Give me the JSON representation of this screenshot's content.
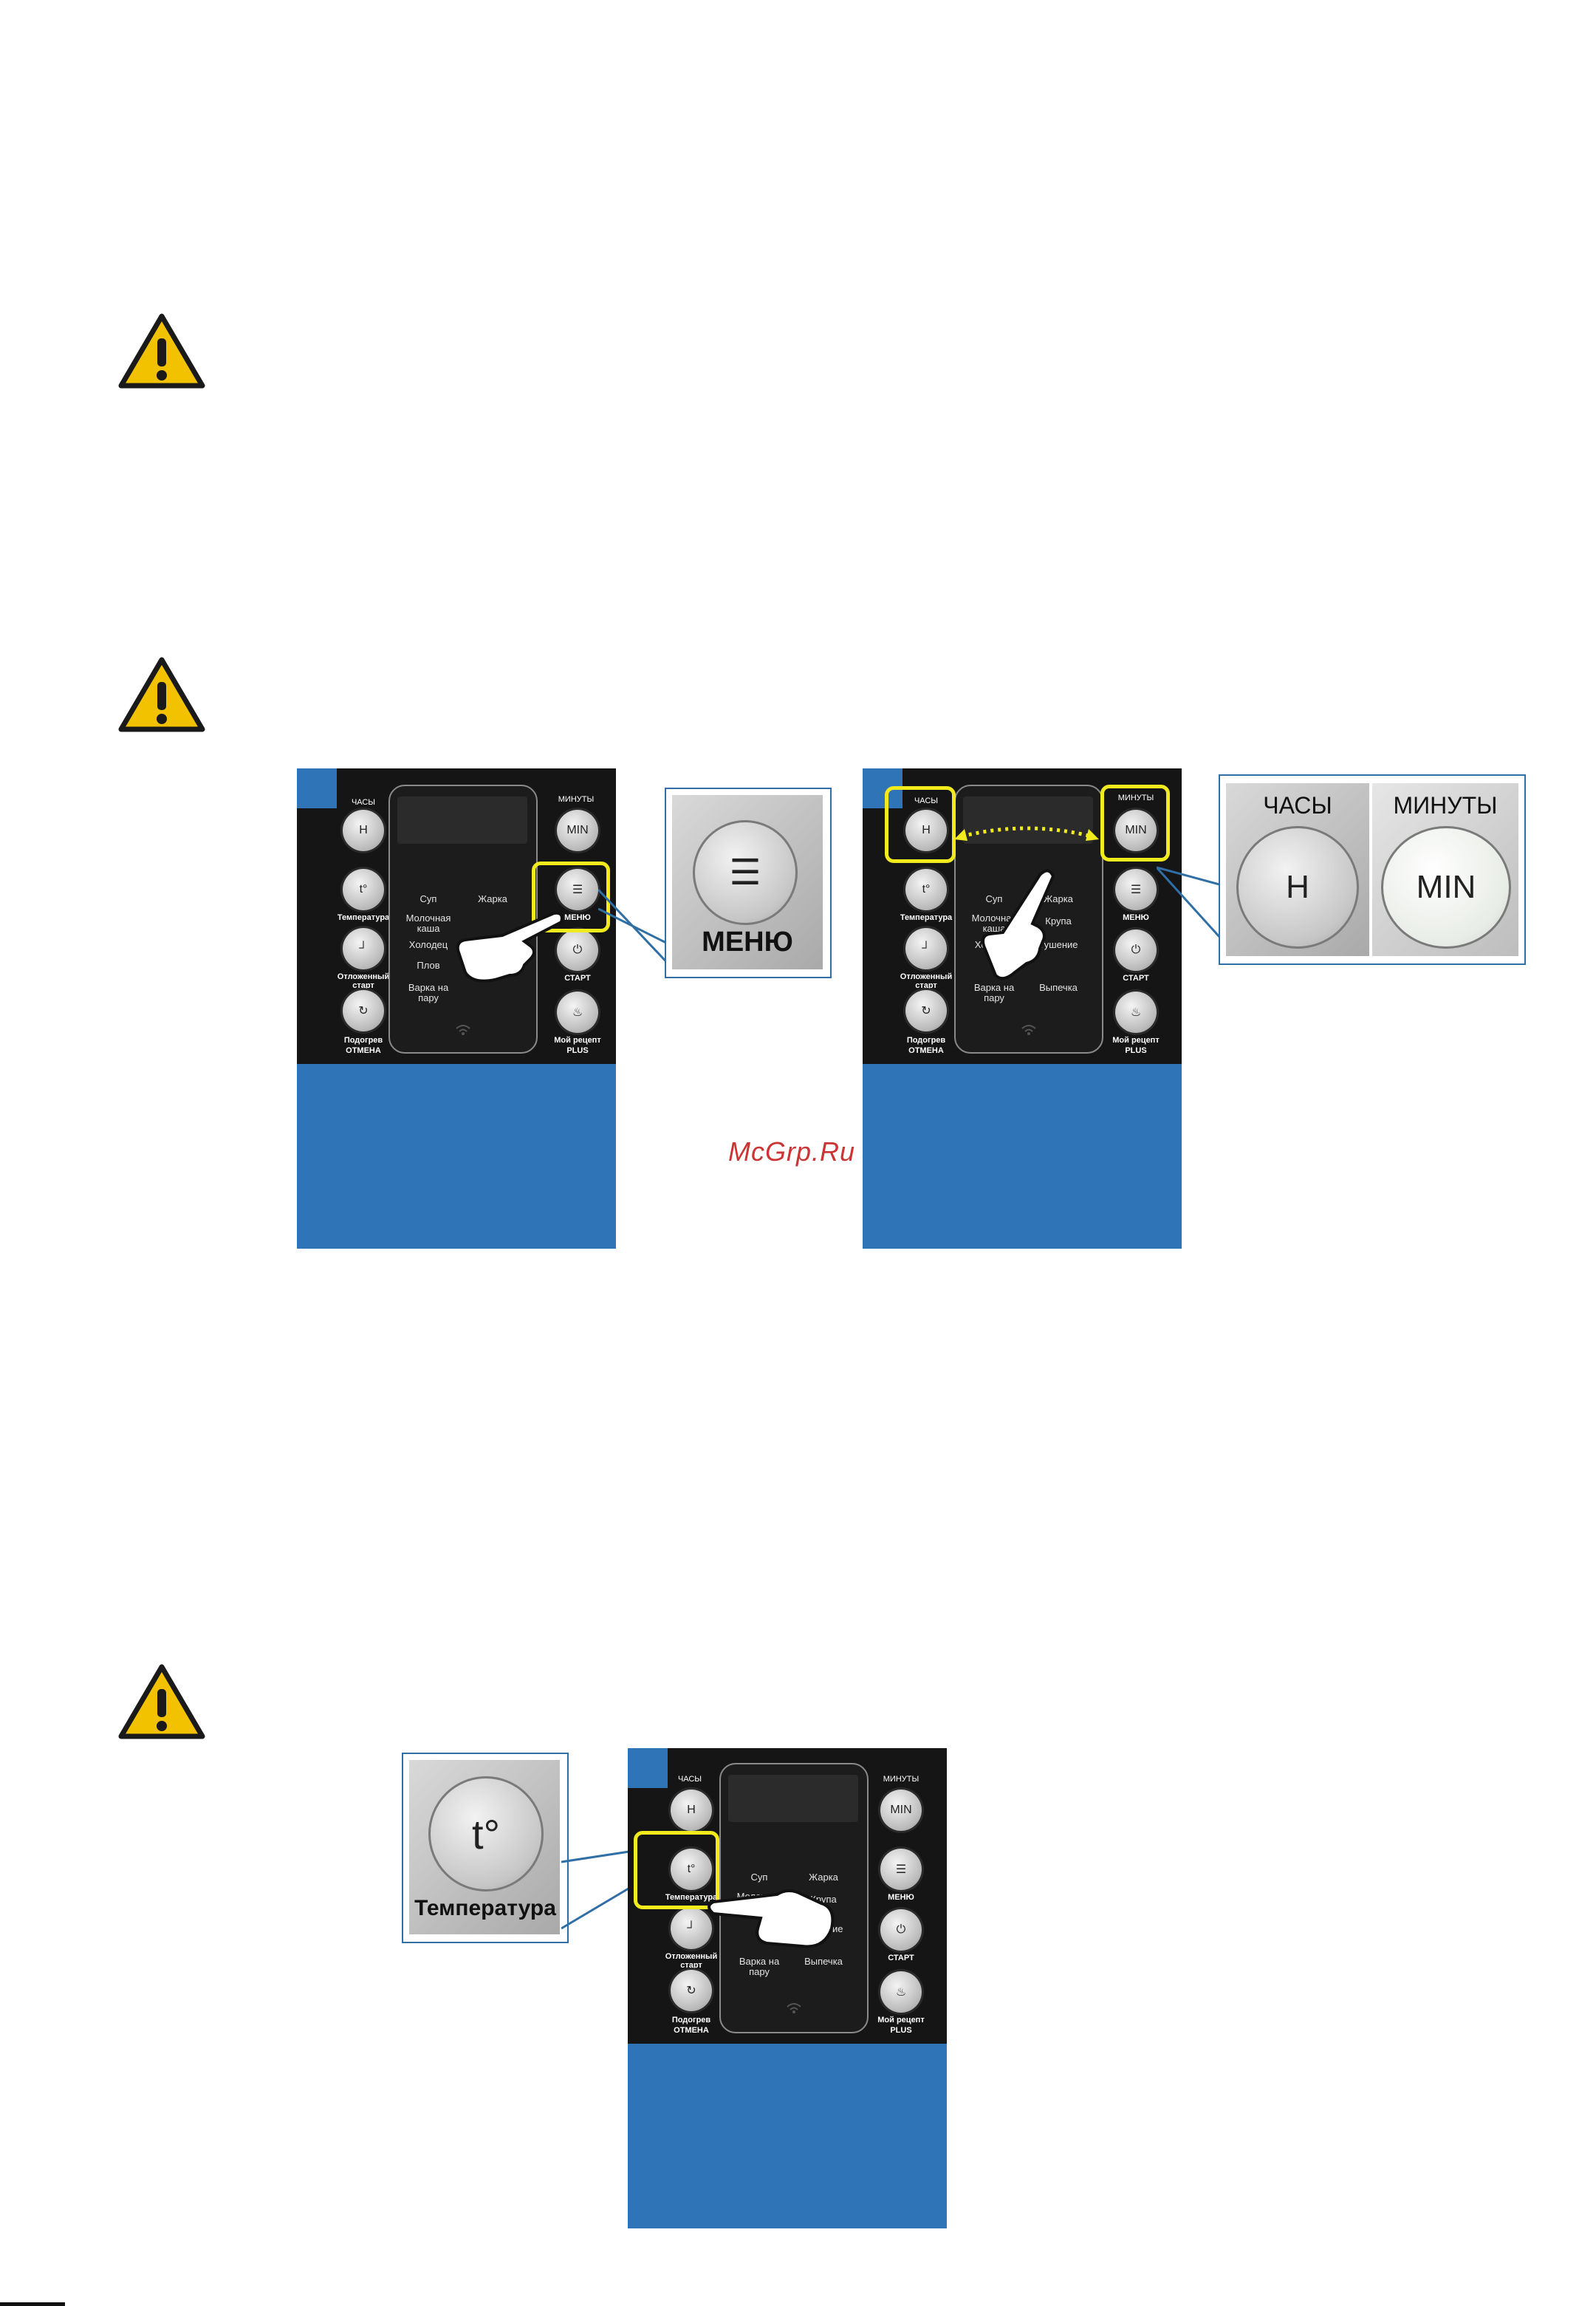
{
  "colors": {
    "accent_blue": "#2f74b7",
    "highlight": "#f1eb1d",
    "warning": "#f2c200",
    "panel": "#151515",
    "watermark": "#cc3333"
  },
  "icons": [
    "warning-icon",
    "hand-pointer-icon",
    "menu-list-icon",
    "power-icon",
    "clock-icon",
    "reheat-icon",
    "chef-hat-icon",
    "wifi-icon"
  ],
  "watermark": "McGrp.Ru",
  "panel": {
    "label_hours": "ЧАСЫ",
    "label_minutes": "МИНУТЫ",
    "btn_h": "H",
    "btn_min": "MIN",
    "btn_temp": "t°",
    "label_temp": "Температура",
    "label_delay": "Отложенный старт",
    "label_reheat": "Подогрев",
    "label_cancel": "ОТМЕНА",
    "label_menu": "МЕНЮ",
    "label_start": "СТАРТ",
    "label_recipe": "Мой рецепт",
    "label_plus": "PLUS",
    "programs": {
      "soup": "Суп",
      "fry": "Жарка",
      "milk_porridge": "Молочная каша",
      "cereal": "Крупа",
      "aspic": "Холодец",
      "stew": "Тушение",
      "pilaf": "Плов",
      "steam": "Варка на пару",
      "bake": "Выпечка"
    }
  },
  "zoom_menu": {
    "label": "МЕНЮ"
  },
  "zoom_clock": {
    "hours_label": "ЧАСЫ",
    "minutes_label": "МИНУТЫ",
    "h": "H",
    "min": "MIN"
  },
  "zoom_temp": {
    "symbol": "t°",
    "label": "Температура"
  }
}
